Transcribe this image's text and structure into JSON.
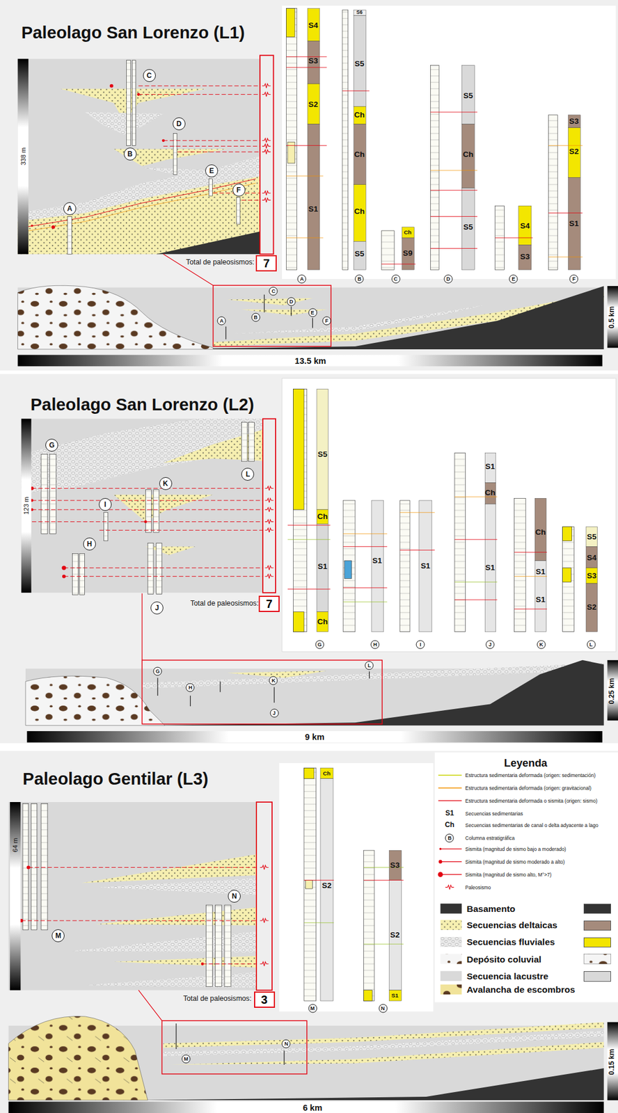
{
  "diagram": {
    "nodes": [
      {
        "text": [
          "7"
        ]
      },
      {
        "text": [
          "7"
        ]
      },
      {
        "text": [
          "3"
        ]
      }
    ],
    "labels": [
      "Paleolago San Lorenzo (L1)",
      "338 m",
      "C",
      "D",
      "B",
      "E",
      "F",
      "A",
      "Total de paleosismos:",
      "S4",
      "S3",
      "S2",
      "S1",
      "S6",
      "S5",
      "Ch",
      "Ch",
      "Ch",
      "S5",
      "Ch",
      "S9",
      "S5",
      "Ch",
      "S5",
      "S4",
      "S3",
      "S3",
      "S2",
      "S1",
      "A",
      "B",
      "C",
      "D",
      "E",
      "F",
      "C",
      "D",
      "B",
      "E",
      "A",
      "F",
      "0.5 km",
      "13.5 km",
      "Paleolago San Lorenzo (L2)",
      "123 m",
      "G",
      "L",
      "K",
      "I",
      "H",
      "J",
      "Total de paleosismos:",
      "S5",
      "Ch",
      "S1",
      "Ch",
      "S1",
      "S1",
      "S1",
      "Ch",
      "S1",
      "Ch",
      "S1",
      "S1",
      "S5",
      "S4",
      "S3",
      "S2",
      "G",
      "H",
      "I",
      "J",
      "K",
      "L",
      "G",
      "L",
      "H",
      "K",
      "J",
      "0.25 km",
      "9 km",
      "Paleolago Gentilar (L3)",
      "64 m",
      "N",
      "M",
      "Total de paleosismos:",
      "Ch",
      "S2",
      "S3",
      "S2",
      "S1",
      "M",
      "N",
      "N",
      "M",
      "0.15 km",
      "6 km",
      "Leyenda",
      "S1",
      "Ch",
      "B"
    ],
    "legend": [
      {
        "text": "Estructura sedimentaria deformada (origen: sedimentación)"
      },
      {
        "text": "Estructura sedimentaria deformada (origen: gravitacional)"
      },
      {
        "text": "Estructura sedimentaria deformada o sismita (origen: sismo)"
      },
      {
        "text": "Secuencias sedimentarias"
      },
      {
        "text": "Secuencias sedimentarias de canal o delta adyacente a lago"
      },
      {
        "text": "Columna estratigráfica"
      },
      {
        "text": "Sismita (magnitud de sismo bajo a moderado)"
      },
      {
        "text": "Sismita (magnitud de sismo moderado a alto)"
      },
      {
        "text": "Sismita (magnitud de sismo alto, M°>7)"
      },
      {
        "text": "Paleosismo"
      },
      {
        "text": "Basamento",
        "color": "#333333"
      },
      {
        "text": "Secuencias deltaicas",
        "color": "#a58b7c"
      },
      {
        "text": "Secuencias fluviales",
        "color": "#f3e500"
      },
      {
        "text": "Depósito coluvial"
      },
      {
        "text": "Secuencia lacustre",
        "color": "#d9d9d9"
      },
      {
        "text": "Avalancha de escombros"
      }
    ]
  }
}
